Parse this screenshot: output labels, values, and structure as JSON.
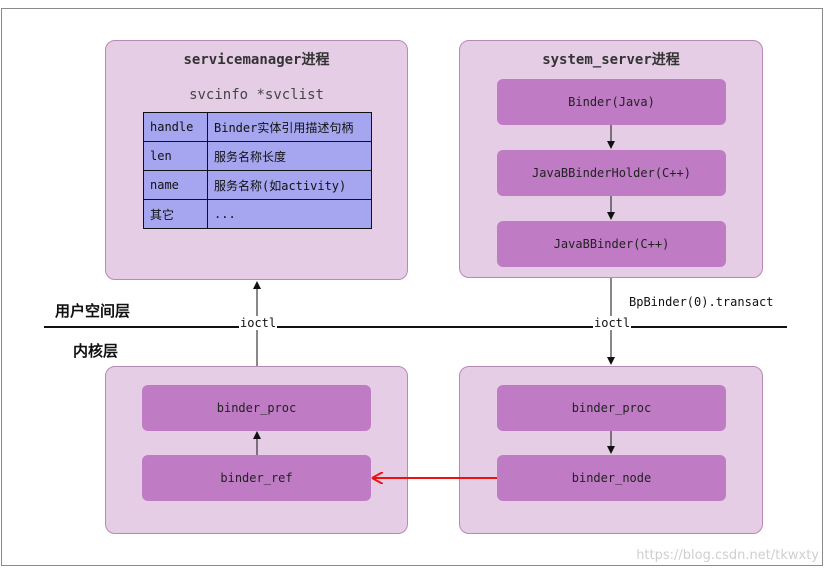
{
  "layers": {
    "user_space": "用户空间层",
    "kernel": "内核层"
  },
  "servicemanager": {
    "title": "servicemanager进程",
    "subtitle": "svcinfo *svclist",
    "rows": [
      {
        "key": "handle",
        "value": "Binder实体引用描述句柄"
      },
      {
        "key": "len",
        "value": "服务名称长度"
      },
      {
        "key": "name",
        "value": "服务名称(如activity)"
      },
      {
        "key": "其它",
        "value": "..."
      }
    ]
  },
  "system_server": {
    "title": "system_server进程",
    "boxes": [
      "Binder(Java)",
      "JavaBBinderHolder(C++)",
      "JavaBBinder(C++)"
    ]
  },
  "kernel_left": {
    "binder_proc": "binder_proc",
    "binder_ref": "binder_ref"
  },
  "kernel_right": {
    "binder_proc": "binder_proc",
    "binder_node": "binder_node"
  },
  "labels": {
    "ioctl_left": "ioctl",
    "ioctl_right": "ioctl",
    "transact": "BpBinder(0).transact"
  },
  "watermark": "https://blog.csdn.net/tkwxty",
  "colors": {
    "panel": "#e6cde6",
    "box": "#bf7bc4",
    "table": "#a6a6f0",
    "red_arrow": "#ee1111"
  }
}
